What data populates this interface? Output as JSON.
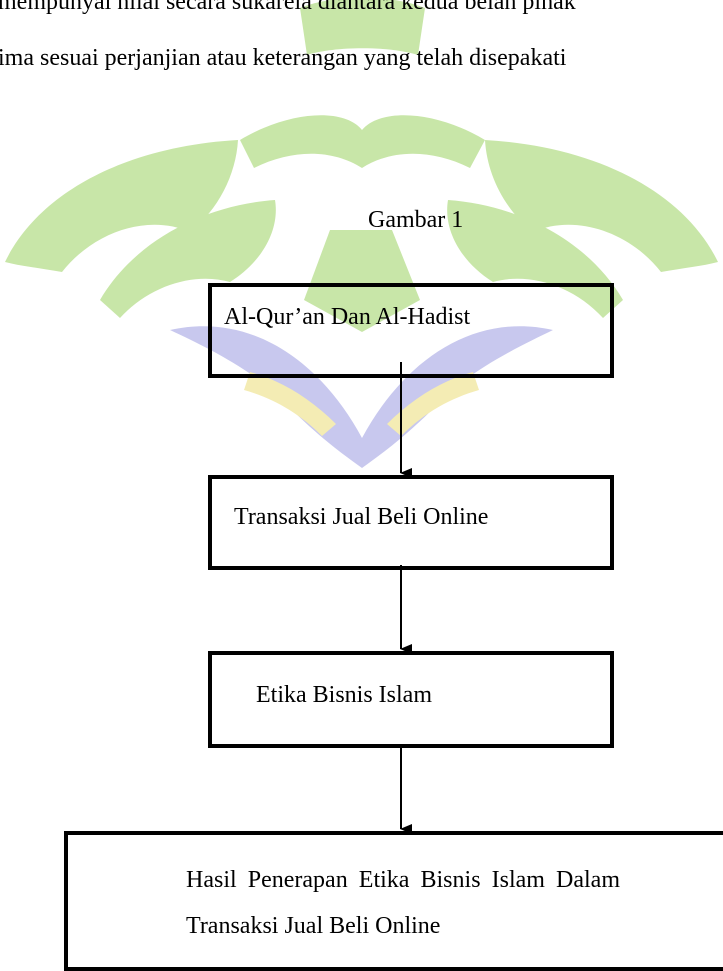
{
  "page": {
    "text_lines": [
      "mempunyai nilai secara sukarela diantara kedua belah pihak",
      "ima sesuai perjanjian atau keterangan yang telah disepakati"
    ],
    "figure_caption": "Gambar 1",
    "flowchart": {
      "boxes": [
        "Al-Qur’an Dan Al-Hadist",
        "Transaksi Jual Beli Online",
        "Etika Bisnis Islam",
        "Hasil Penerapan Etika Bisnis Islam Dalam Transaksi Jual Beli Online"
      ]
    },
    "watermark": {
      "colors": [
        "#c8e6a8",
        "#c8c8ee",
        "#f4ecb4"
      ]
    }
  }
}
